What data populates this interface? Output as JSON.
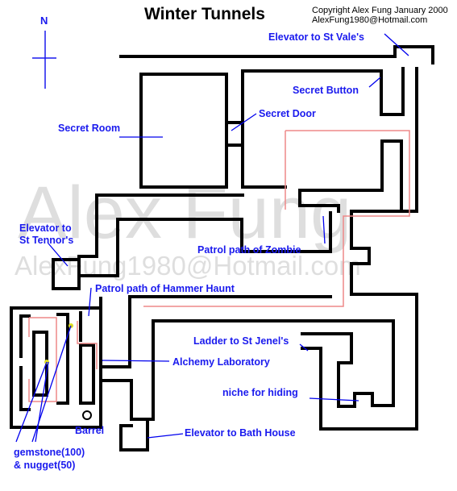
{
  "title": "Winter Tunnels",
  "copyright": "Copyright Alex Fung January 2000",
  "email": "AlexFung1980@Hotmail.com",
  "watermark": {
    "name": "Alex Fung",
    "email": "AlexFung1980@Hotmail.com"
  },
  "compass": {
    "north_label": "N"
  },
  "labels": {
    "elevator_st_vales": "Elevator to St Vale's",
    "secret_button": "Secret Button",
    "secret_door": "Secret Door",
    "secret_room": "Secret Room",
    "elevator_st_tennor_1": "Elevator to",
    "elevator_st_tennor_2": "St Tennor's",
    "patrol_zombie": "Patrol path of Zombie",
    "patrol_hammer": "Patrol path of Hammer Haunt",
    "ladder_st_jenel": "Ladder to St Jenel's",
    "alchemy_lab": "Alchemy Laboratory",
    "niche": "niche for hiding",
    "barrel": "Barrel",
    "elevator_bath": "Elevator to Bath House",
    "gemstone": "gemstone(100)",
    "nugget": "& nugget(50)"
  },
  "colors": {
    "label": "#1a1aee",
    "pointer": "#0000ee",
    "patrol": "#ee8888",
    "wall": "#000000",
    "item": "#dddd22"
  }
}
